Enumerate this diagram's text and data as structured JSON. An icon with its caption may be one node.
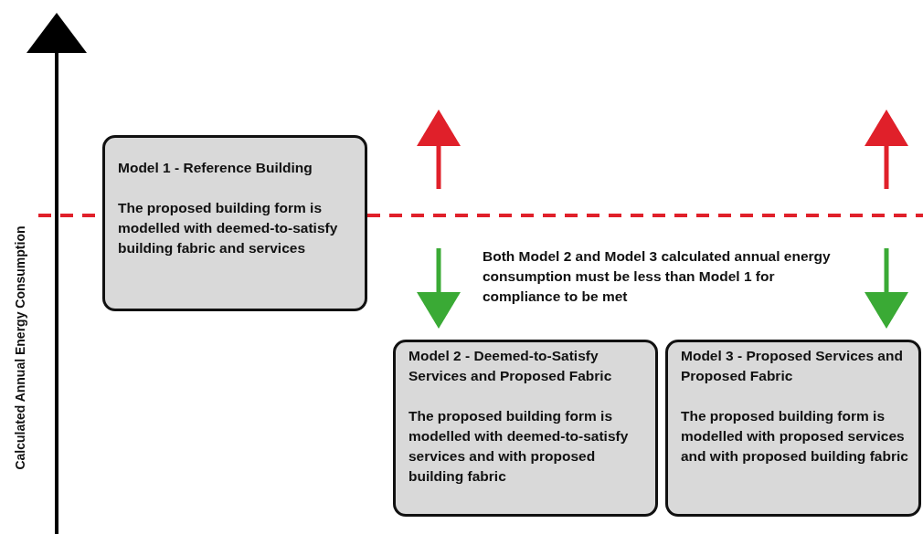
{
  "diagram": {
    "nodes": [
      {
        "text": [
          "Model 1 - Reference Building",
          "The proposed building form is modelled with deemed-to-satisfy building fabric and services"
        ]
      },
      {
        "text": [
          "Model 2 - Deemed-to-Satisfy Services and Proposed Fabric",
          "The proposed building form is modelled with deemed-to-satisfy services and with proposed building fabric"
        ]
      },
      {
        "text": [
          "Model 3 - Proposed Services and Proposed Fabric",
          "The proposed building form is modelled with proposed services and with proposed building fabric"
        ]
      }
    ],
    "labels": [
      "Calculated Annual Energy Consumption",
      "Both Model 2 and Model 3 calculated annual energy consumption must be less than Model 1 for compliance to be met"
    ]
  }
}
